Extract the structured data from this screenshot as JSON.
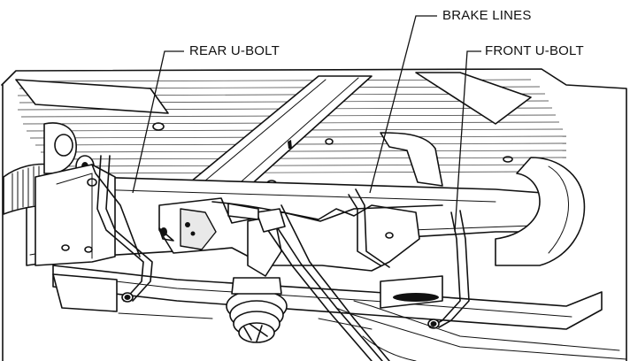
{
  "callouts": {
    "brake_lines": "BRAKE LINES",
    "rear_u_bolt": "REAR U-BOLT",
    "front_u_bolt": "FRONT U-BOLT"
  }
}
